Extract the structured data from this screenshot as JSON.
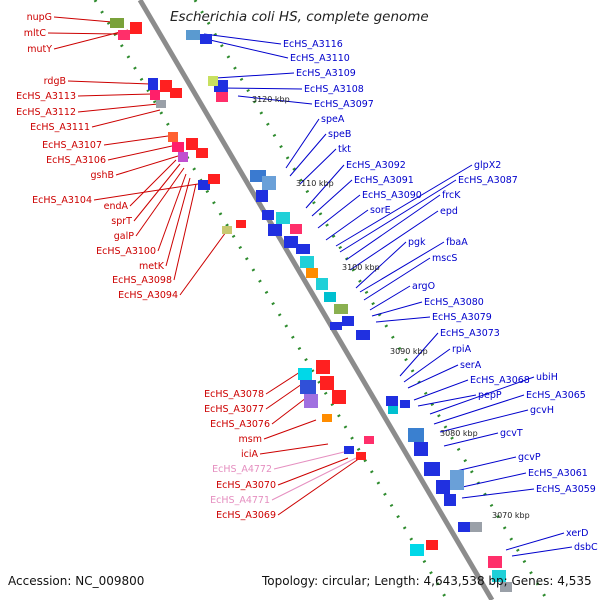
{
  "title": "Escherichia coli HS, complete genome",
  "footer": {
    "accession": "Accession: NC_009800",
    "stats": "Topology: circular; Length: 4,643,538 bp; Genes: 4,535"
  },
  "colors": {
    "backbone": "#8c8c8c",
    "left_label": "#cc0000",
    "right_label": "#0000cc",
    "faded_label": "#e58fc0",
    "tick_dots": "#2e8b2e"
  },
  "scale_labels": [
    "3120 kbp",
    "3110 kbp",
    "3100 kbp",
    "3090 kbp",
    "3080 kbp",
    "3070 kbp"
  ],
  "left_genes": [
    {
      "name": "nupG",
      "style": "red"
    },
    {
      "name": "mltC",
      "style": "red"
    },
    {
      "name": "mutY",
      "style": "red"
    },
    {
      "name": "rdgB",
      "style": "red"
    },
    {
      "name": "EcHS_A3113",
      "style": "red"
    },
    {
      "name": "EcHS_A3112",
      "style": "red"
    },
    {
      "name": "EcHS_A3111",
      "style": "red"
    },
    {
      "name": "EcHS_A3107",
      "style": "red"
    },
    {
      "name": "EcHS_A3106",
      "style": "red"
    },
    {
      "name": "gshB",
      "style": "red"
    },
    {
      "name": "EcHS_A3104",
      "style": "red"
    },
    {
      "name": "endA",
      "style": "red"
    },
    {
      "name": "sprT",
      "style": "red"
    },
    {
      "name": "galP",
      "style": "red"
    },
    {
      "name": "EcHS_A3100",
      "style": "red"
    },
    {
      "name": "metK",
      "style": "red"
    },
    {
      "name": "EcHS_A3098",
      "style": "red"
    },
    {
      "name": "EcHS_A3094",
      "style": "red"
    },
    {
      "name": "EcHS_A3078",
      "style": "red"
    },
    {
      "name": "EcHS_A3077",
      "style": "red"
    },
    {
      "name": "EcHS_A3076",
      "style": "red"
    },
    {
      "name": "msm",
      "style": "red"
    },
    {
      "name": "iciA",
      "style": "red"
    },
    {
      "name": "EcHS_A4772",
      "style": "faded"
    },
    {
      "name": "EcHS_A3070",
      "style": "red"
    },
    {
      "name": "EcHS_A4771",
      "style": "faded"
    },
    {
      "name": "EcHS_A3069",
      "style": "red"
    }
  ],
  "right_genes": [
    {
      "name": "EcHS_A3116"
    },
    {
      "name": "EcHS_A3110"
    },
    {
      "name": "EcHS_A3109"
    },
    {
      "name": "EcHS_A3108"
    },
    {
      "name": "EcHS_A3097"
    },
    {
      "name": "speA"
    },
    {
      "name": "speB"
    },
    {
      "name": "tkt"
    },
    {
      "name": "EcHS_A3092"
    },
    {
      "name": "glpX2"
    },
    {
      "name": "EcHS_A3091"
    },
    {
      "name": "EcHS_A3087"
    },
    {
      "name": "EcHS_A3090"
    },
    {
      "name": "frcK"
    },
    {
      "name": "sorE"
    },
    {
      "name": "epd"
    },
    {
      "name": "pgk"
    },
    {
      "name": "fbaA"
    },
    {
      "name": "mscS"
    },
    {
      "name": "argO"
    },
    {
      "name": "EcHS_A3080"
    },
    {
      "name": "EcHS_A3079"
    },
    {
      "name": "EcHS_A3073"
    },
    {
      "name": "rpiA"
    },
    {
      "name": "serA"
    },
    {
      "name": "ubiH"
    },
    {
      "name": "EcHS_A3068"
    },
    {
      "name": "pepP"
    },
    {
      "name": "EcHS_A3065"
    },
    {
      "name": "gcvH"
    },
    {
      "name": "gcvT"
    },
    {
      "name": "gcvP"
    },
    {
      "name": "EcHS_A3061"
    },
    {
      "name": "EcHS_A3059"
    },
    {
      "name": "xerD"
    },
    {
      "name": "dsbC"
    }
  ]
}
